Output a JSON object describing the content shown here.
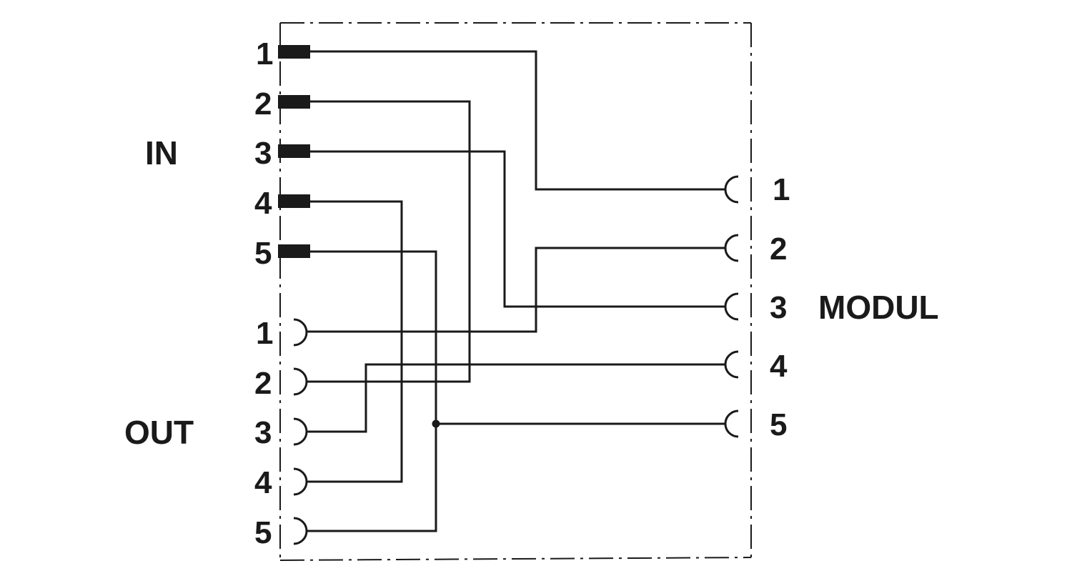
{
  "groups": {
    "in": "IN",
    "out": "OUT",
    "modul": "MODUL"
  },
  "pins": {
    "in": [
      "1",
      "2",
      "3",
      "4",
      "5"
    ],
    "out": [
      "1",
      "2",
      "3",
      "4",
      "5"
    ],
    "modul": [
      "1",
      "2",
      "3",
      "4",
      "5"
    ]
  },
  "wiring": [
    {
      "from": "IN 1",
      "to": "MODUL 1"
    },
    {
      "from": "IN 2",
      "to": "OUT 2"
    },
    {
      "from": "IN 3",
      "to": "MODUL 3"
    },
    {
      "from": "IN 4",
      "to": "OUT 4"
    },
    {
      "from": "IN 5",
      "to": "OUT 5"
    },
    {
      "from": "IN 5",
      "to": "MODUL 5"
    },
    {
      "from": "OUT 1",
      "to": "MODUL 2"
    },
    {
      "from": "OUT 3",
      "to": "MODUL 4"
    }
  ]
}
